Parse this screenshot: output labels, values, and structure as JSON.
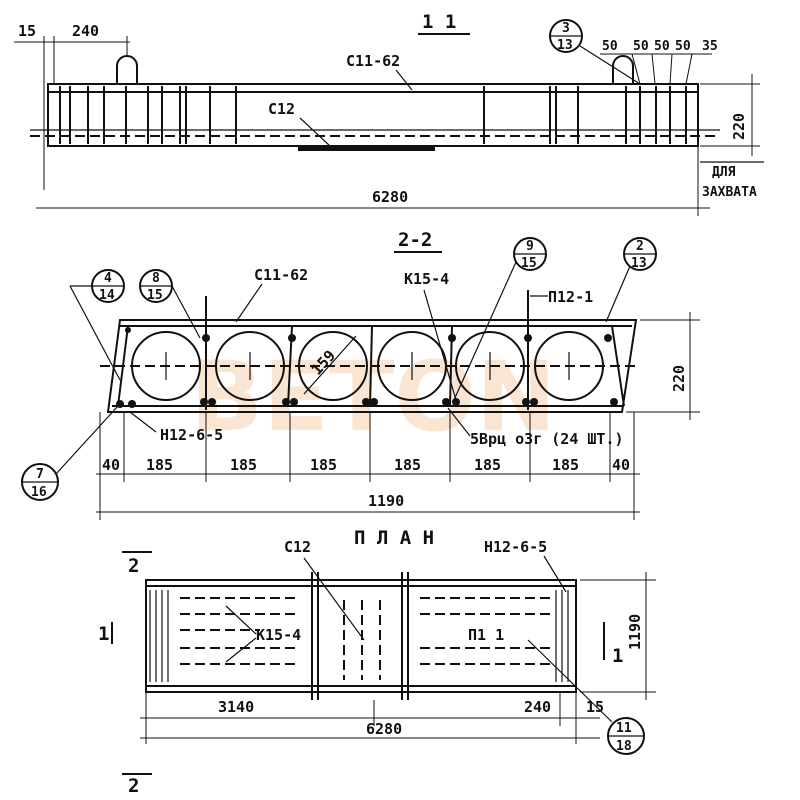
{
  "section_1_1": {
    "title": "1 1",
    "dims": {
      "end_gap": "15",
      "hook_offset": "240",
      "length": "6280",
      "height": "220",
      "spacing": [
        "50",
        "50",
        "50",
        "50",
        "35"
      ]
    },
    "labels": {
      "top_mesh": "С11-62",
      "bottom_mesh": "С12",
      "lift_note_1": "ДЛЯ",
      "lift_note_2": "ЗАХВАТА"
    },
    "callout": {
      "top": "3",
      "bottom": "13"
    }
  },
  "section_2_2": {
    "title": "2-2",
    "labels": {
      "top_mesh": "С11-62",
      "frame": "К15-4",
      "loop": "П12-1",
      "bottom_mesh": "Н12-6-5",
      "wire": "5Врц оЗг (24 ШТ.)",
      "diameter": "159"
    },
    "callouts": [
      {
        "top": "4",
        "bottom": "14"
      },
      {
        "top": "8",
        "bottom": "15"
      },
      {
        "top": "9",
        "bottom": "15"
      },
      {
        "top": "2",
        "bottom": "13"
      },
      {
        "top": "7",
        "bottom": "16"
      }
    ],
    "dims": {
      "edge": "40",
      "pitch": [
        "185",
        "185",
        "185",
        "185",
        "185",
        "185"
      ],
      "width": "1190",
      "height": "220"
    }
  },
  "plan": {
    "title": "П Л А Н",
    "labels": {
      "bottom_mesh": "С12",
      "mesh_right": "Н12-6-5",
      "frame": "К15-4",
      "loop": "П1  1"
    },
    "section_marks": {
      "two": "2",
      "one": "1"
    },
    "dims": {
      "half": "3140",
      "length": "6280",
      "hook": "240",
      "end": "15",
      "width": "1190"
    },
    "callout": {
      "top": "11",
      "bottom": "18"
    }
  },
  "watermark": "BETON"
}
